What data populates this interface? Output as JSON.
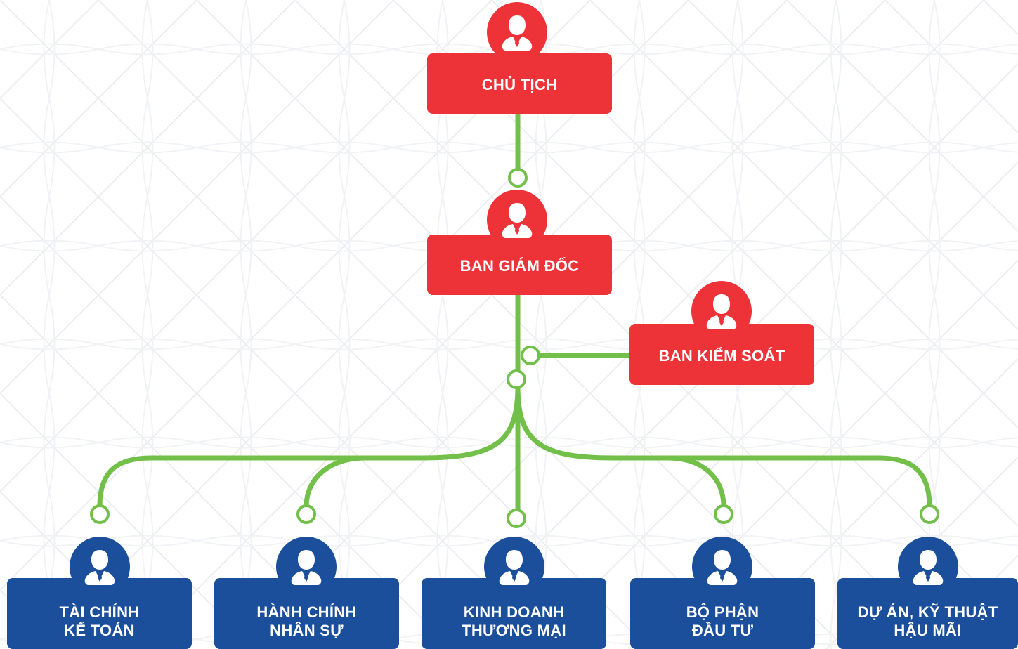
{
  "colors": {
    "red": "#ee3338",
    "blue": "#1b4f9c",
    "connector": "#72c04a",
    "background": "#ffffff",
    "pattern": "#ecedf1"
  },
  "icons": {
    "person": "person-with-tie-icon"
  },
  "nodes": {
    "chairman": "CHỦ TỊCH",
    "board_of_directors": "BAN GIÁM ĐỐC",
    "supervisory_board": "BAN KIỂM SOÁT",
    "finance_accounting": "TÀI CHÍNH\nKẾ TOÁN",
    "admin_hr": "HÀNH CHÍNH\nNHÂN SỰ",
    "business_trade": "KINH DOANH\nTHƯƠNG MẠI",
    "investment": "BỘ PHẬN\nĐẦU TƯ",
    "projects_tech": "DỰ ÁN, KỸ THUẬT\nHẬU MÃI"
  }
}
